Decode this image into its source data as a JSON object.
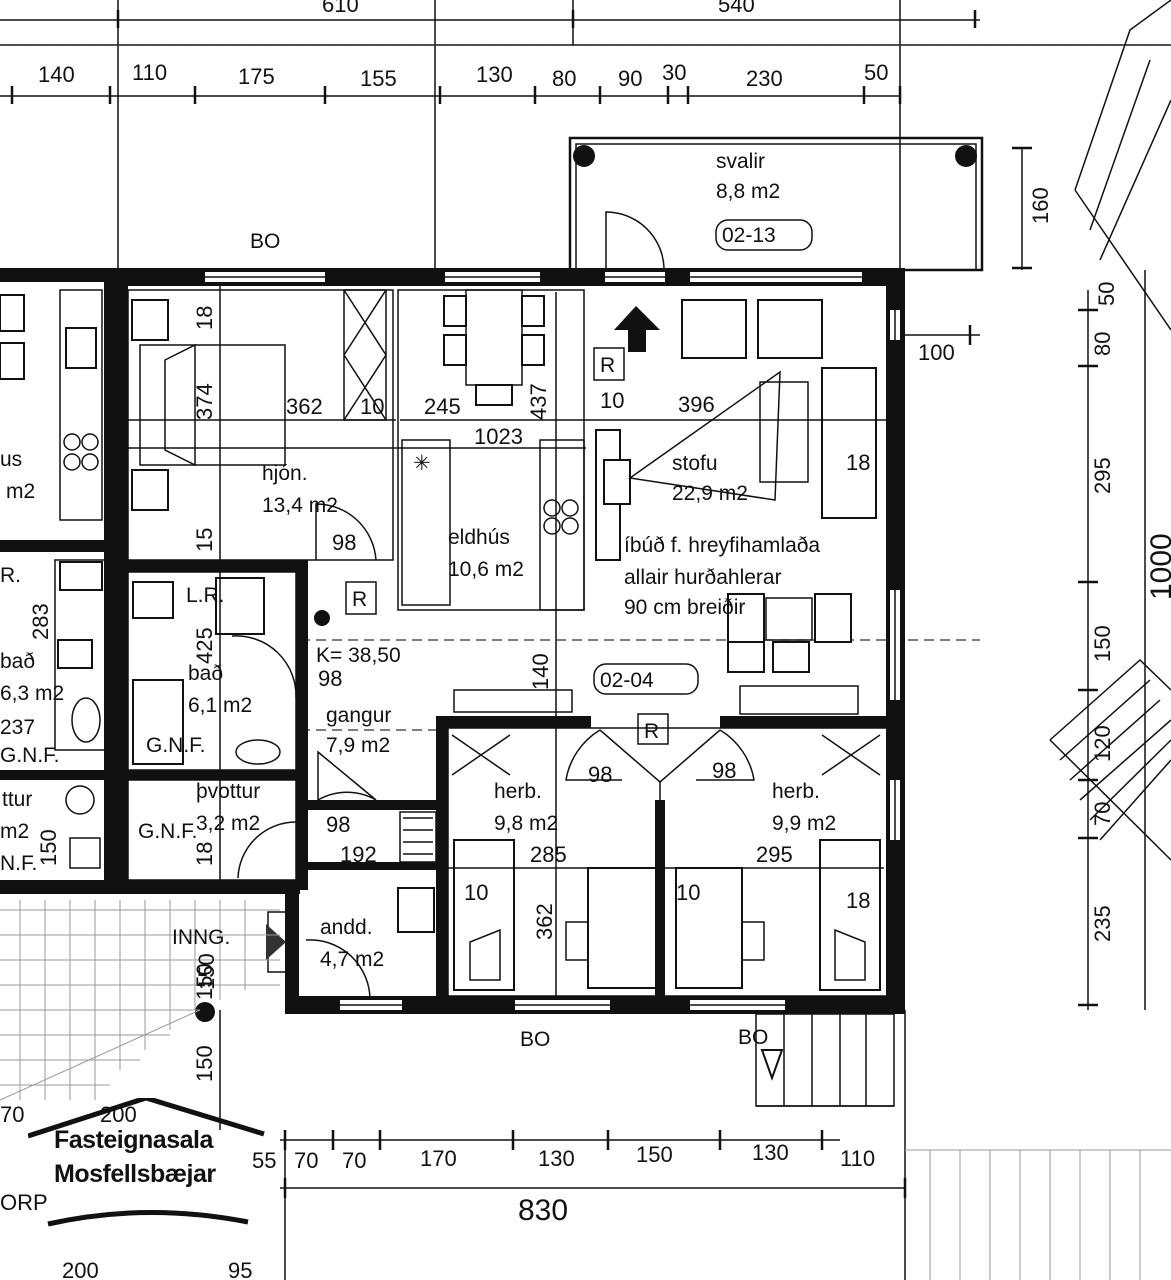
{
  "top_dims_major": [
    "610",
    "540"
  ],
  "top_dims": [
    "140",
    "110",
    "175",
    "155",
    "130",
    "80",
    "90",
    "30",
    "230",
    "50"
  ],
  "bottom_dims": [
    "55",
    "70",
    "70",
    "170",
    "130",
    "150",
    "130",
    "110"
  ],
  "bottom_total": "830",
  "bottom_cut": [
    "200",
    "95"
  ],
  "right_dims": [
    "160",
    "100",
    "50",
    "80",
    "295",
    "150",
    "120",
    "70",
    "235",
    "1000"
  ],
  "left_partial": [
    "70",
    "200",
    "150",
    "150",
    "ORP"
  ],
  "rooms": {
    "svalir": {
      "name": "svalir",
      "area": "8,8 m2",
      "code": "02-13"
    },
    "hjon": {
      "name": "hjón.",
      "area": "13,4 m2"
    },
    "eldhus": {
      "name": "eldhús",
      "area": "10,6 m2"
    },
    "stofu": {
      "name": "stofu",
      "area": "22,9 m2"
    },
    "note": [
      "íbúð f. hreyfihamlaða",
      "allair hurðahlerar",
      "90 cm breiðir"
    ],
    "apt_code": "02-04",
    "bad": {
      "name": "bað",
      "area": "6,1 m2"
    },
    "gangur": {
      "name": "gangur",
      "area": "7,9 m2"
    },
    "pvottur": {
      "name": "þvottur",
      "area": "3,2 m2"
    },
    "andd": {
      "name": "andd.",
      "area": "4,7 m2"
    },
    "herb1": {
      "name": "herb.",
      "area": "9,8 m2"
    },
    "herb2": {
      "name": "herb.",
      "area": "9,9 m2"
    },
    "k_height": "K= 38,50",
    "lr": "L.R.",
    "gnf": "G.N.F.",
    "inng": "INNG."
  },
  "left_unit": {
    "a": "us",
    "b": "m2",
    "c": "R.",
    "d": "bað",
    "e": "6,3 m2",
    "f": "237",
    "g": "G.N.F.",
    "h": "ttur",
    "i": "m2",
    "j": "N.F.",
    "k": "150"
  },
  "labels": {
    "bo": "BO",
    "r": "R",
    "inner": [
      "18",
      "374",
      "362",
      "10",
      "245",
      "437",
      "10",
      "396",
      "1023",
      "18",
      "15",
      "98",
      "425",
      "283",
      "98",
      "140",
      "98",
      "98",
      "98",
      "192",
      "18",
      "285",
      "295",
      "10",
      "10",
      "362",
      "18",
      "150"
    ]
  },
  "logo": {
    "line1": "Fasteignasala",
    "line2": "Mosfellsbæjar"
  }
}
